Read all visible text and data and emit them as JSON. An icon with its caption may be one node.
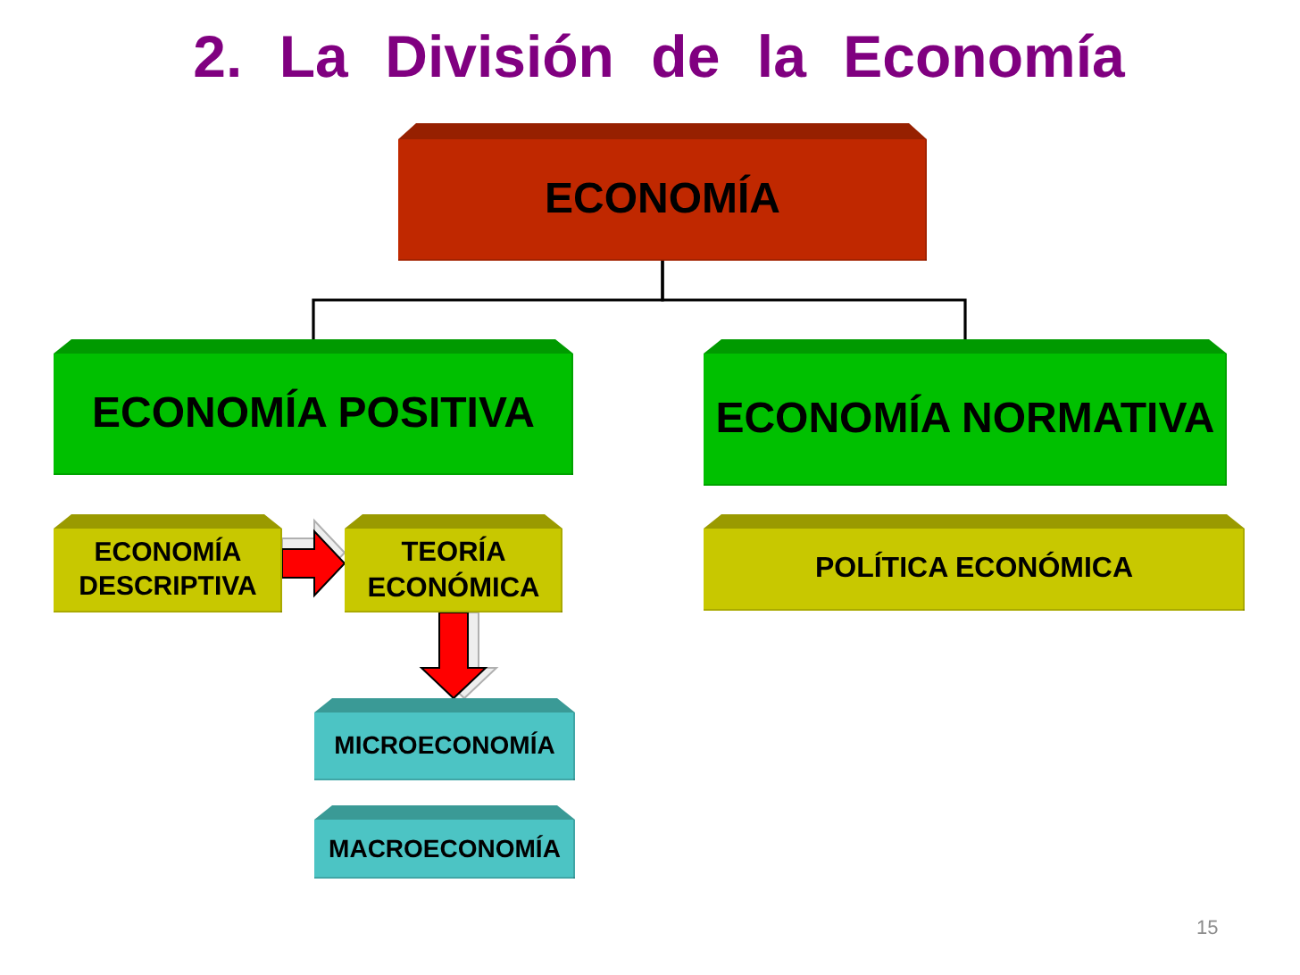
{
  "diagram": {
    "title": "2. La División de la Economía",
    "nodes": [
      {
        "text": [
          "ECONOMÍA"
        ]
      },
      {
        "text": [
          "ECONOMÍA POSITIVA"
        ]
      },
      {
        "text": [
          "ECONOMÍA NORMATIVA"
        ]
      },
      {
        "text": [
          "ECONOMÍA DESCRIPTIVA"
        ]
      },
      {
        "text": [
          "TEORÍA ECONÓMICA"
        ]
      },
      {
        "text": [
          "POLÍTICA ECONÓMICA"
        ]
      },
      {
        "text": [
          "MICROECONOMÍA"
        ]
      },
      {
        "text": [
          "MACROECONOMÍA"
        ]
      }
    ],
    "edges": [
      {
        "from": 0,
        "to": 1,
        "arrow": "none"
      },
      {
        "from": 0,
        "to": 2,
        "arrow": "none"
      },
      {
        "from": 3,
        "to": 4,
        "arrow": "to",
        "style": "thick",
        "color": "#ff0000"
      },
      {
        "from": 4,
        "to": 6,
        "arrow": "to",
        "style": "thick",
        "color": "#ff0000"
      }
    ],
    "labels": [
      "15"
    ]
  }
}
